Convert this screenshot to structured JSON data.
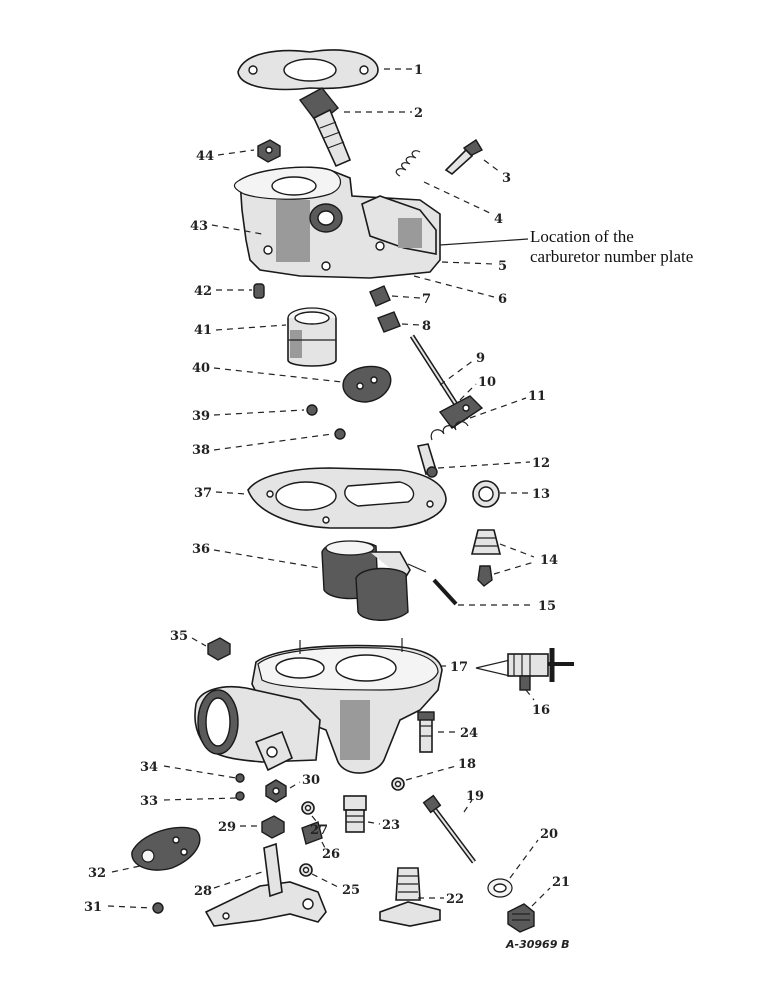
{
  "callouts": [
    "1",
    "2",
    "3",
    "4",
    "5",
    "6",
    "7",
    "8",
    "9",
    "10",
    "11",
    "12",
    "13",
    "14",
    "15",
    "16",
    "17",
    "18",
    "19",
    "20",
    "21",
    "22",
    "23",
    "24",
    "25",
    "26",
    "27",
    "28",
    "29",
    "30",
    "31",
    "32",
    "33",
    "34",
    "35",
    "36",
    "37",
    "38",
    "39",
    "40",
    "41",
    "42",
    "43",
    "44"
  ],
  "note": {
    "line1": "Location of the",
    "line2": "carburetor number plate"
  },
  "drawing_code": "A-30969 B"
}
